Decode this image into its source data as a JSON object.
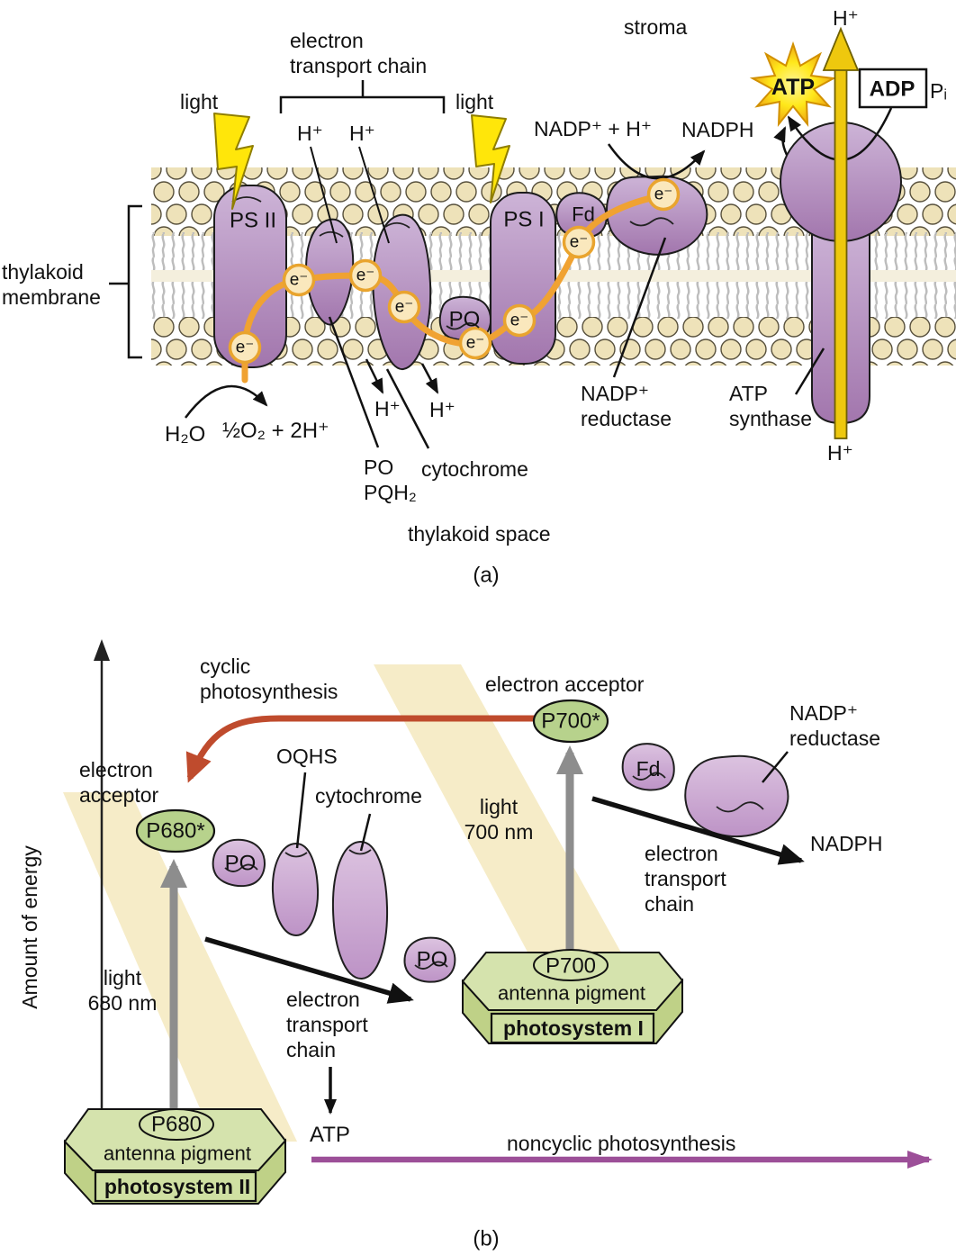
{
  "figure": {
    "caption_a": "(a)",
    "caption_b": "(b)"
  },
  "colors": {
    "protein_purple_light": "#cdb4d7",
    "protein_purple_dark": "#a276ad",
    "lipid_head": "#eee2b9",
    "electron_path_orange": "#f0a232",
    "lightning_yellow": "#ffe60a",
    "atp_star_gold": "#f0a814",
    "green_node": "#b7d28c",
    "hexagon_green": "#cede9e",
    "cyclic_red": "#bf4b2d",
    "noncyclic_purple": "#9c4f98",
    "gray_arrow": "#8d8d8d",
    "light_beam_beige": "#f6ecc8"
  },
  "part_a": {
    "labels": {
      "stroma": "stroma",
      "h_plus": "H⁺",
      "etc": "electron\ntransport chain",
      "light": "light",
      "nadp_plus_h": "NADP⁺ + H⁺",
      "nadph": "NADPH",
      "atp": "ATP",
      "adp": "ADP",
      "pi": "Pᵢ",
      "ps2": "PS II",
      "ps1": "PS I",
      "fd": "Fd",
      "po": "PO",
      "electron": "e⁻",
      "thylakoid_membrane": "thylakoid\nmembrane",
      "water": "H₂O",
      "oxygen": "½O₂ + 2H⁺",
      "po_pqh2": "PO\nPQH₂",
      "cytochrome": "cytochrome",
      "thylakoid_space": "thylakoid space",
      "nadp_reductase": "NADP⁺\nreductase",
      "atp_synthase": "ATP\nsynthase"
    }
  },
  "part_b": {
    "labels": {
      "y_axis": "Amount of energy",
      "cyclic": "cyclic\nphotosynthesis",
      "electron_acceptor_two_line": "electron\nacceptor",
      "electron_acceptor": "electron acceptor",
      "p680_star": "P680*",
      "p700_star": "P700*",
      "oqhs": "OQHS",
      "cytochrome": "cytochrome",
      "po": "PO",
      "fd": "Fd",
      "nadp_reductase": "NADP⁺\nreductase",
      "nadph": "NADPH",
      "light_700": "light\n700 nm",
      "light_680": "light\n680 nm",
      "etc_three_line": "electron\ntransport\nchain",
      "atp": "ATP",
      "p680": "P680",
      "p700": "P700",
      "antenna_pigment": "antenna pigment",
      "photosystem_2": "photosystem II",
      "photosystem_1": "photosystem I",
      "noncyclic": "noncyclic photosynthesis"
    }
  }
}
